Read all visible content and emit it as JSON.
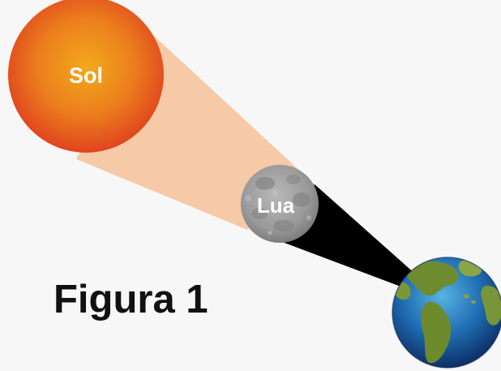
{
  "sun": {
    "label": "Sol"
  },
  "moon": {
    "label": "Lua"
  },
  "caption": "Figura 1",
  "colors": {
    "background": "#f7f7f7",
    "sun_center": "#f2a21a",
    "sun_edge": "#e2461e",
    "sunlight_beam": "#f6c9a7",
    "moon": "#9b9b9b",
    "shadow": "#000000",
    "ocean": "#1d6fb7",
    "land": "#6f8b2f"
  },
  "icons": [
    "sun-icon",
    "moon-icon",
    "earth-icon"
  ]
}
